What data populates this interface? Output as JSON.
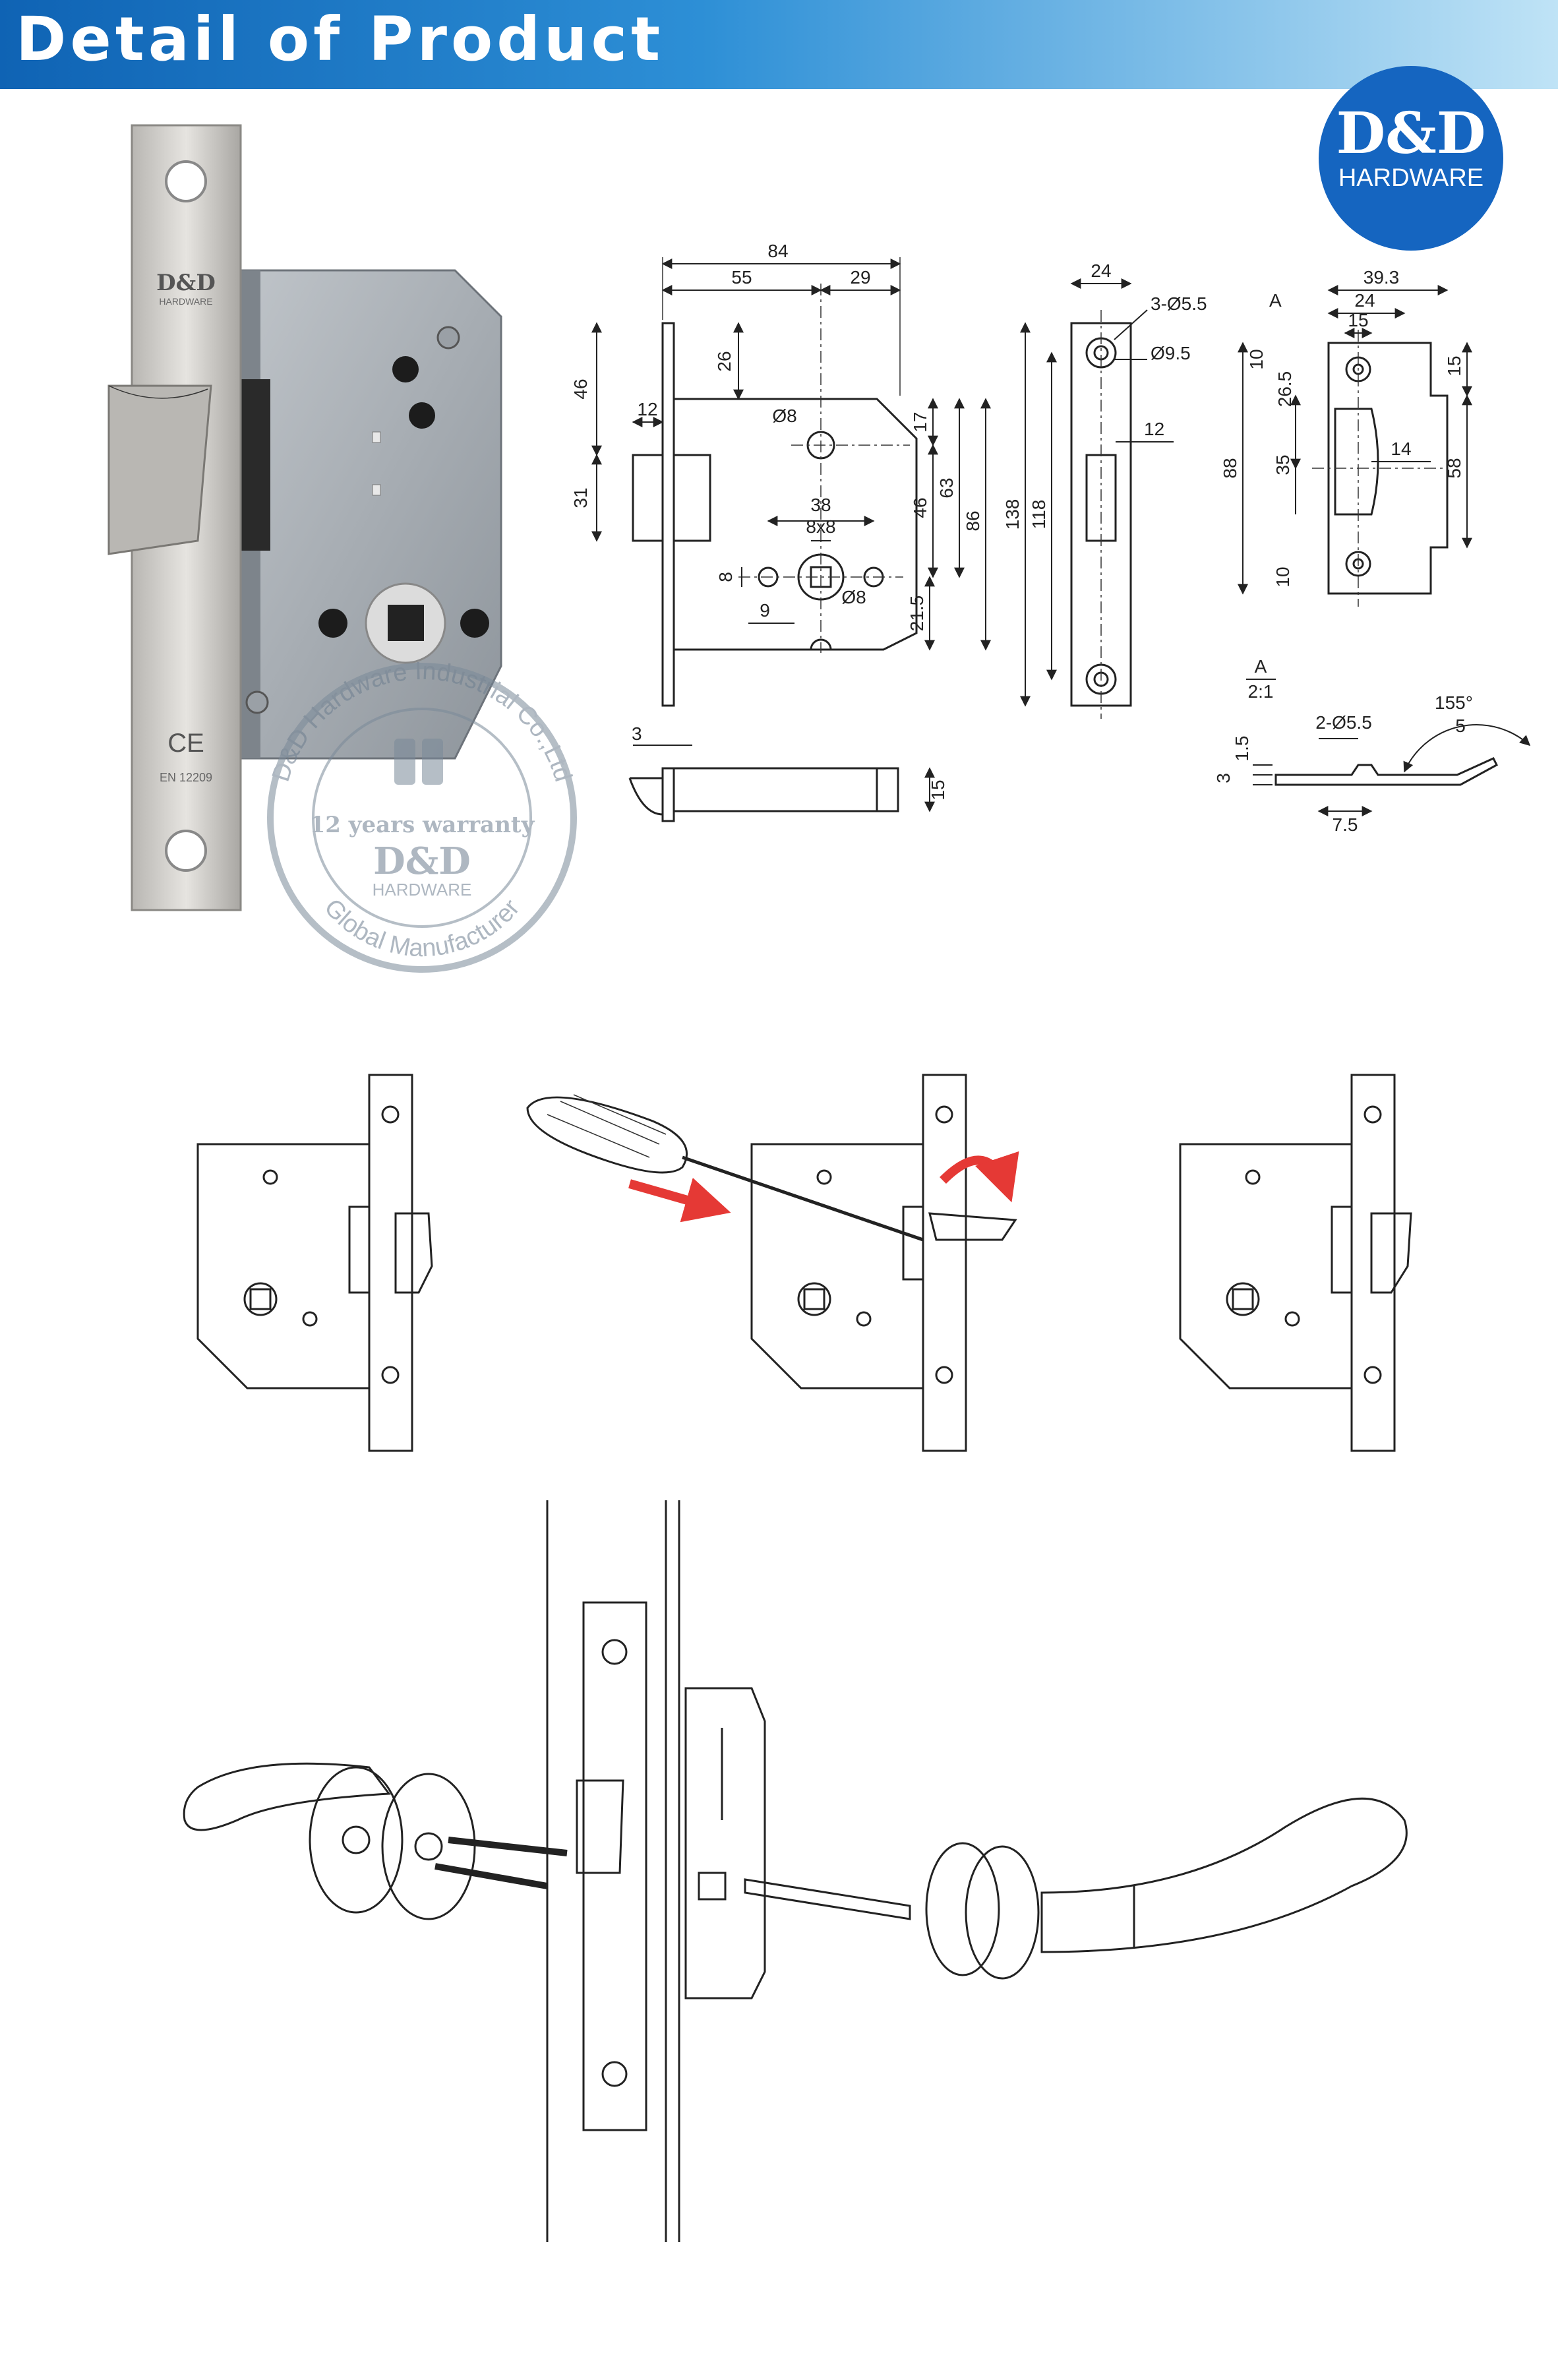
{
  "header": {
    "title": "Detail of Product"
  },
  "brand": {
    "logo_main": "D&D",
    "logo_sub": "HARDWARE",
    "logo_color": "#1565c0",
    "header_color": "#1a73c6"
  },
  "product_photo": {
    "plate_brand": "D&D",
    "plate_brand_sub": "HARDWARE",
    "ce_mark": "CE",
    "standard": "EN 12209"
  },
  "watermark": {
    "ring_text": "D&D Hardware Industrial Co.,Ltd",
    "warranty": "12 years warranty",
    "brand": "D&D",
    "brand_sub": "HARDWARE",
    "bottom_text": "Global Manufacturer"
  },
  "front_view": {
    "dims": [
      "84",
      "55",
      "29",
      "46",
      "26",
      "12",
      "31",
      "Ø8",
      "17",
      "38",
      "8x8",
      "46",
      "63",
      "86",
      "8",
      "Ø8",
      "21.5",
      "9"
    ]
  },
  "faceplate_view": {
    "dims": [
      "24",
      "3-Ø5.5",
      "Ø9.5",
      "12",
      "138",
      "118"
    ]
  },
  "bolt_view": {
    "dims": [
      "3",
      "15"
    ]
  },
  "strike_view": {
    "section_mark": "A",
    "dims": [
      "39.3",
      "24",
      "15",
      "10",
      "15",
      "26.5",
      "88",
      "35",
      "14",
      "58",
      "10"
    ]
  },
  "section_view": {
    "label": "A",
    "scale": "2:1",
    "dims": [
      "2-Ø5.5",
      "155°",
      "5",
      "1.5",
      "3",
      "7.5"
    ]
  }
}
